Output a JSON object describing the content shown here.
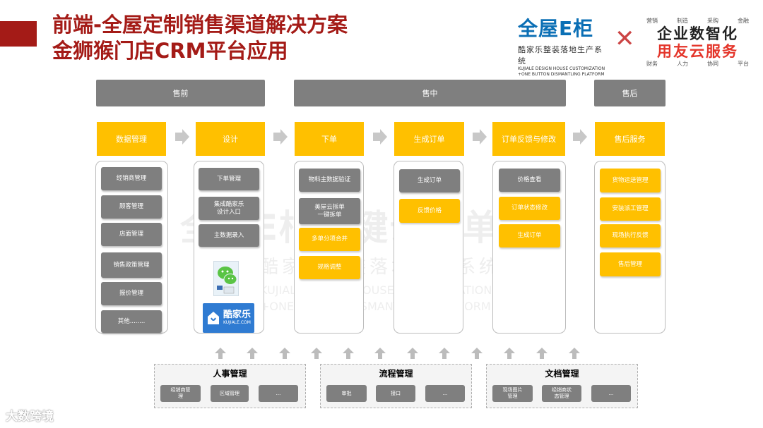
{
  "title": {
    "line1": "前端-全屋定制销售渠道解决方案",
    "line2": "金狮猴门店CRM平台应用"
  },
  "logo_kujiale": {
    "brand": "全屋E柜",
    "sub": "酷家乐整装落地生产系统",
    "en1": "KUJIALE DESIGN HOUSE CUSTOMIZATION",
    "en2": "+ONE BUTTON DISMANTLING PLATFORM"
  },
  "logo_yonyou": {
    "top": [
      "营销",
      "制造",
      "采购",
      "金融"
    ],
    "line1": "企业数智化",
    "line2": "用友云服务",
    "bottom": [
      "财务",
      "人力",
      "协同",
      "平台"
    ]
  },
  "phases": [
    "售前",
    "售中",
    "售后"
  ],
  "heads": [
    "数据管理",
    "设计",
    "下单",
    "生成订单",
    "订单反馈与修改",
    "售后服务"
  ],
  "col1": [
    "经销商管理",
    "顾客管理",
    "店面管理",
    "销售政策管理",
    "报价管理",
    "其他........"
  ],
  "col2": [
    "下单管理",
    "集成酷家乐\n设计入口",
    "主数据录入"
  ],
  "col2_images": {
    "wechat": "微信",
    "kujiale_cn": "酷家乐",
    "kujiale_en": "KUJIALE.COM"
  },
  "col3": [
    "物料主数据验证",
    "美屋云拆单\n一键拆单",
    "多单分项合并",
    "规格调整"
  ],
  "col4": [
    "生成订单",
    "反馈价格"
  ],
  "col5": [
    "价格查看",
    "订单状态修改",
    "生成订单"
  ],
  "col6": [
    "货物运送管理",
    "安装派工管理",
    "现场执行反馈",
    "售后管理"
  ],
  "watermark": {
    "l1": "全屋E柜一键云拆单",
    "l2": "酷家乐整装落地生产系统",
    "l3": "KUJIALE DESIGN HOUSE CUSTOMIZATION",
    "l4": "+ONE BUTTON DISMANTLING PLATFORM"
  },
  "groups": [
    {
      "title": "人事管理",
      "items": [
        "经销商管\n理",
        "区域管理",
        "..."
      ]
    },
    {
      "title": "流程管理",
      "items": [
        "审批",
        "接口",
        "..."
      ]
    },
    {
      "title": "文档管理",
      "items": [
        "现场图片\n管理",
        "经销商状\n态管理",
        "..."
      ]
    }
  ],
  "footer": "大数跨境",
  "colors": {
    "accent": "#a41b17",
    "yellow": "#ffc000",
    "gray": "#7f7f7f"
  }
}
